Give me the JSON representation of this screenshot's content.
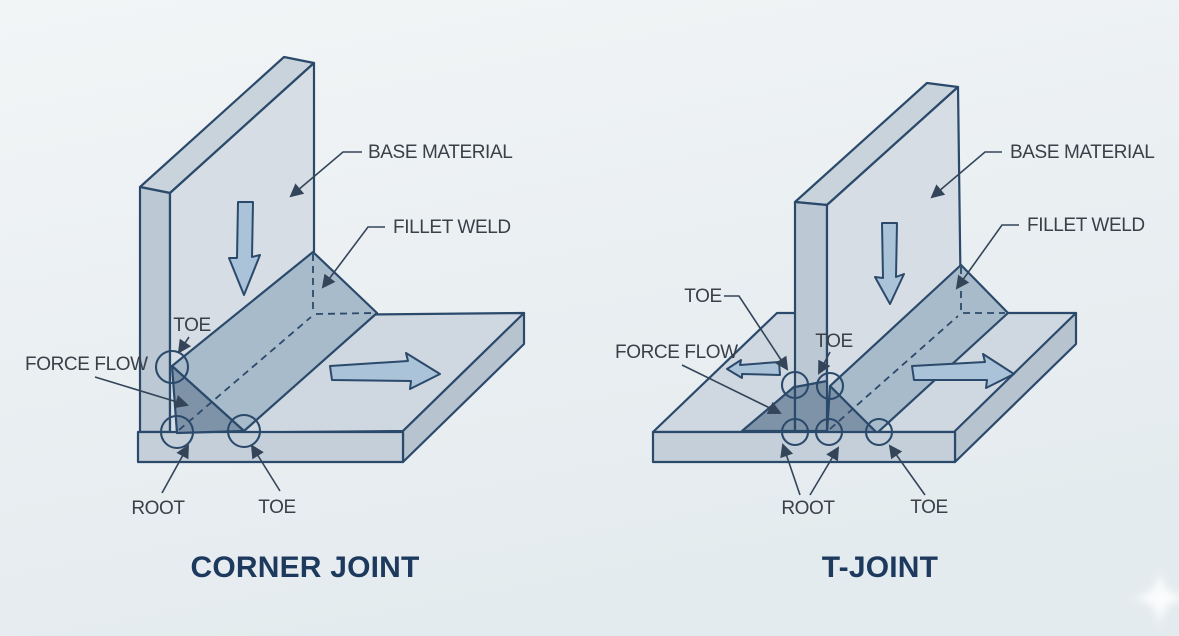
{
  "figure": {
    "kind": "weld-joint-illustration",
    "titles": {
      "left": "CORNER JOINT",
      "right": "T-JOINT"
    }
  },
  "diagrams": [
    {
      "title": "CORNER JOINT",
      "labels": {
        "base_material": "BASE MATERIAL",
        "fillet_weld": "FILLET WELD",
        "toe_top": "TOE",
        "force_flow": "FORCE FLOW",
        "root": "ROOT",
        "toe_bottom": "TOE"
      }
    },
    {
      "title": "T-JOINT",
      "labels": {
        "base_material": "BASE MATERIAL",
        "fillet_weld": "FILLET WELD",
        "toe_left": "TOE",
        "toe_right": "TOE",
        "force_flow": "FORCE FLOW",
        "root": "ROOT",
        "toe_bottom": "TOE"
      }
    }
  ],
  "colors": {
    "background_top": "#f1f4f5",
    "background_bottom": "#e5ebef",
    "plate_face": "#d6dde4",
    "plate_side": "#bcc8d3",
    "plate_top": "#c9d3db",
    "base_top": "#cfd8e0",
    "base_front": "#c4cfd9",
    "base_side": "#b7c4d0",
    "weld_face": "#a8bbca",
    "weld_section": "#7e93a7",
    "outline": "#2b4a6b",
    "leader": "#34455a",
    "label_text": "#3a4048",
    "title_text": "#1d3a5e",
    "flow_arrow_fill": "#abc3d9",
    "watermark": "#ffffff"
  }
}
